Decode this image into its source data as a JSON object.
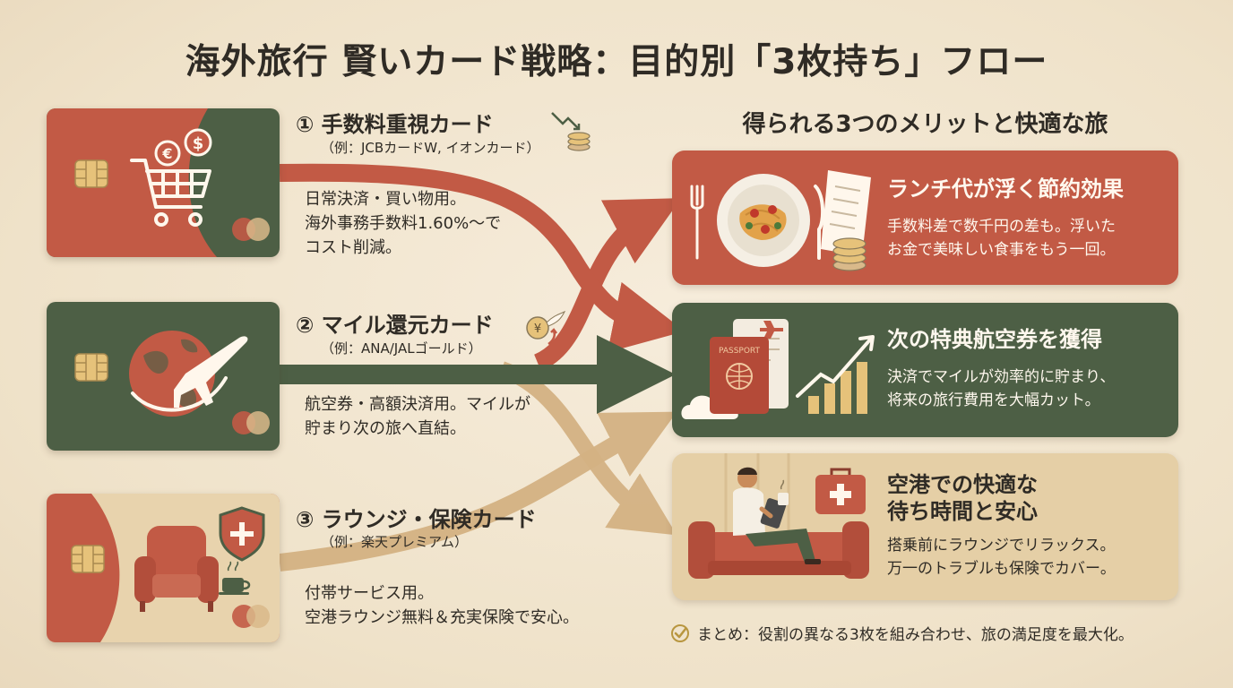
{
  "title": "海外旅行 賢いカード戦略：目的別「3枚持ち」フロー",
  "cards": [
    {
      "heading": "① 手数料重視カード",
      "example": "（例：JCBカードW, イオンカード）",
      "desc_lines": [
        "日常決済・買い物用。",
        "海外事務手数料1.60%～で",
        "コスト削減。"
      ],
      "color": "#c25a45",
      "icon": "shopping-cart-icon"
    },
    {
      "heading": "② マイル還元カード",
      "example": "（例：ANA/JALゴールド）",
      "desc_lines": [
        "航空券・高額決済用。マイルが",
        "貯まり次の旅へ直結。"
      ],
      "color": "#4d5f45",
      "icon": "globe-airplane-icon"
    },
    {
      "heading": "③ ラウンジ・保険カード",
      "example": "（例：楽天プレミアム）",
      "desc_lines": [
        "付帯サービス用。",
        "空港ラウンジ無料＆充実保険で安心。"
      ],
      "color": "#d9b98a",
      "icon": "armchair-icon"
    }
  ],
  "benefits": {
    "title": "得られる3つのメリットと快適な旅",
    "items": [
      {
        "title_lines": [
          "ランチ代が浮く節約効果"
        ],
        "text_lines": [
          "手数料差で数千円の差も。浮いた",
          "お金で美味しい食事をもう一回。"
        ],
        "color": "#c25a45"
      },
      {
        "title_lines": [
          "次の特典航空券を獲得"
        ],
        "text_lines": [
          "決済でマイルが効率的に貯まり、",
          "将来の旅行費用を大幅カット。"
        ],
        "color": "#4d5f45"
      },
      {
        "title_lines": [
          "空港での快適な",
          "待ち時間と安心"
        ],
        "text_lines": [
          "搭乗前にラウンジでリラックス。",
          "万一のトラブルも保険でカバー。"
        ],
        "color": "#e5cfa6"
      }
    ]
  },
  "passport_label": "PASSPORT",
  "summary": "まとめ：役割の異なる3枚を組み合わせ、旅の満足度を最大化。",
  "colors": {
    "red": "#c25a45",
    "green": "#4d5f45",
    "tan": "#d9b98a",
    "background": "#f3e7d2"
  }
}
